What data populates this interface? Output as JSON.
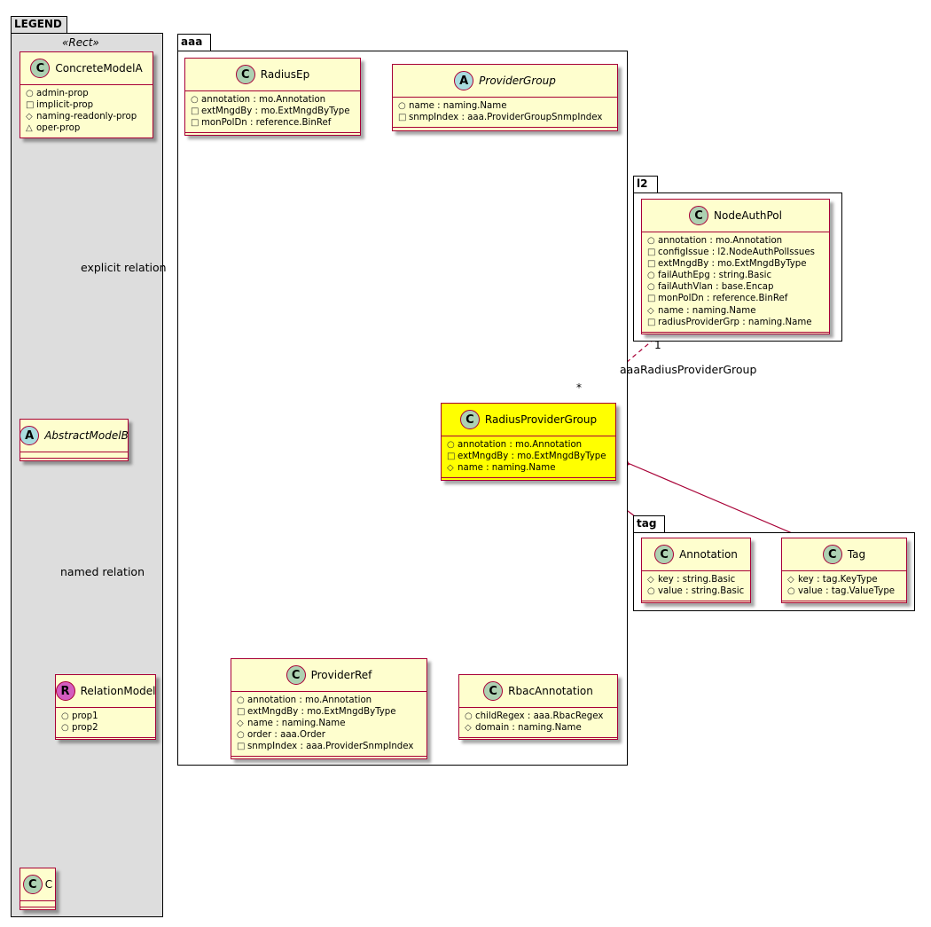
{
  "packages": {
    "legend": {
      "title": "LEGEND",
      "stereotype": "«Rect»"
    },
    "aaa": {
      "title": "aaa"
    },
    "l2": {
      "title": "l2"
    },
    "tag": {
      "title": "tag"
    }
  },
  "classes": {
    "concrete_model_a": {
      "name": "ConcreteModelA",
      "kind": "C",
      "attributes": [
        {
          "vis": "+",
          "text": "admin-prop"
        },
        {
          "vis": "-",
          "text": "implicit-prop"
        },
        {
          "vis": "#",
          "text": "naming-readonly-prop"
        },
        {
          "vis": "~",
          "text": "oper-prop"
        }
      ]
    },
    "abstract_model_b": {
      "name": "AbstractModelB",
      "kind": "A",
      "attributes": []
    },
    "relation_model": {
      "name": "RelationModel",
      "kind": "R",
      "attributes": [
        {
          "vis": "+",
          "text": "prop1"
        },
        {
          "vis": "+",
          "text": "prop2"
        }
      ]
    },
    "c": {
      "name": "C",
      "kind": "C",
      "attributes": []
    },
    "radius_ep": {
      "name": "RadiusEp",
      "kind": "C",
      "attributes": [
        {
          "vis": "+",
          "text": "annotation : mo.Annotation"
        },
        {
          "vis": "-",
          "text": "extMngdBy : mo.ExtMngdByType"
        },
        {
          "vis": "-",
          "text": "monPolDn : reference.BinRef"
        }
      ]
    },
    "provider_group": {
      "name": "ProviderGroup",
      "kind": "A",
      "attributes": [
        {
          "vis": "+",
          "text": "name : naming.Name"
        },
        {
          "vis": "-",
          "text": "snmpIndex : aaa.ProviderGroupSnmpIndex"
        }
      ]
    },
    "radius_provider_group": {
      "name": "RadiusProviderGroup",
      "kind": "C",
      "attributes": [
        {
          "vis": "+",
          "text": "annotation : mo.Annotation"
        },
        {
          "vis": "-",
          "text": "extMngdBy : mo.ExtMngdByType"
        },
        {
          "vis": "#",
          "text": "name : naming.Name"
        }
      ]
    },
    "provider_ref": {
      "name": "ProviderRef",
      "kind": "C",
      "attributes": [
        {
          "vis": "+",
          "text": "annotation : mo.Annotation"
        },
        {
          "vis": "-",
          "text": "extMngdBy : mo.ExtMngdByType"
        },
        {
          "vis": "#",
          "text": "name : naming.Name"
        },
        {
          "vis": "+",
          "text": "order : aaa.Order"
        },
        {
          "vis": "-",
          "text": "snmpIndex : aaa.ProviderSnmpIndex"
        }
      ]
    },
    "rbac_annotation": {
      "name": "RbacAnnotation",
      "kind": "C",
      "attributes": [
        {
          "vis": "+",
          "text": "childRegex : aaa.RbacRegex"
        },
        {
          "vis": "#",
          "text": "domain : naming.Name"
        }
      ]
    },
    "node_auth_pol": {
      "name": "NodeAuthPol",
      "kind": "C",
      "attributes": [
        {
          "vis": "+",
          "text": "annotation : mo.Annotation"
        },
        {
          "vis": "-",
          "text": "configIssue : l2.NodeAuthPolIssues"
        },
        {
          "vis": "-",
          "text": "extMngdBy : mo.ExtMngdByType"
        },
        {
          "vis": "+",
          "text": "failAuthEpg : string.Basic"
        },
        {
          "vis": "+",
          "text": "failAuthVlan : base.Encap"
        },
        {
          "vis": "-",
          "text": "monPolDn : reference.BinRef"
        },
        {
          "vis": "#",
          "text": "name : naming.Name"
        },
        {
          "vis": "-",
          "text": "radiusProviderGrp : naming.Name"
        }
      ]
    },
    "annotation": {
      "name": "Annotation",
      "kind": "C",
      "attributes": [
        {
          "vis": "#",
          "text": "key : string.Basic"
        },
        {
          "vis": "+",
          "text": "value : string.Basic"
        }
      ]
    },
    "tag": {
      "name": "Tag",
      "kind": "C",
      "attributes": [
        {
          "vis": "#",
          "text": "key : tag.KeyType"
        },
        {
          "vis": "+",
          "text": "value : tag.ValueType"
        }
      ]
    }
  },
  "relations": {
    "explicit_label": "explicit relation",
    "named_label": "named relation",
    "association_label": "aaaRadiusProviderGroup",
    "multiplicity_source": "1",
    "multiplicity_target": "*"
  },
  "colors": {
    "class_fill": "#fefece",
    "class_border": "#a80036",
    "highlight_fill": "#ffff00",
    "legend_fill": "#dddddd",
    "class_circle": "#add1b2",
    "abstract_circle": "#a9dcdf",
    "relation_circle": "#d45cbf"
  }
}
